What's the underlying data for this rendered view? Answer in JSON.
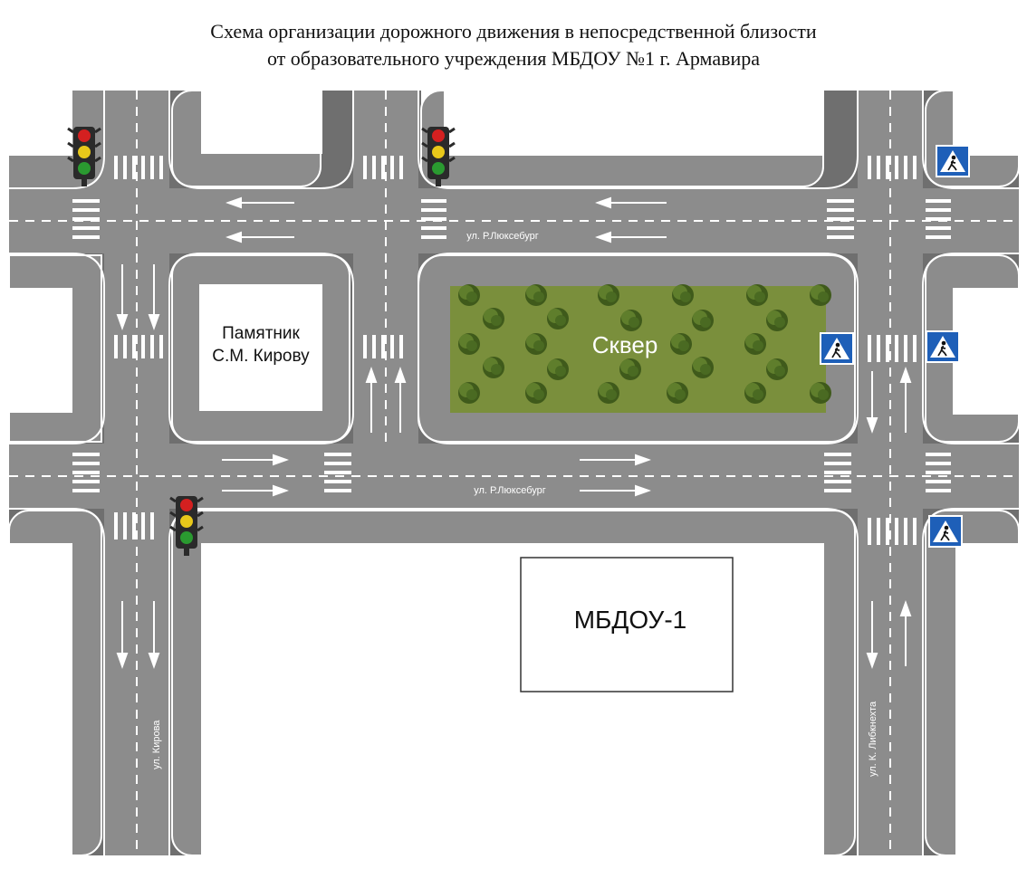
{
  "title": {
    "line1": "Схема организации дорожного движения в непосредственной близости",
    "line2": "от образовательного учреждения МБДОУ №1 г. Армавира"
  },
  "labels": {
    "monument_line1": "Памятник",
    "monument_line2": "С.М. Кирову",
    "park": "Сквер",
    "school": "МБДОУ-1",
    "street_top": "ул. Р.Люксебург",
    "street_bottom": "ул. Р.Люксебург",
    "street_kirova": "ул. Кирова",
    "street_liebknecht": "ул. К. Либкнехта"
  },
  "colors": {
    "road": "#8a8a8a",
    "sidewalk": "#6a6a6a",
    "marking": "#ffffff",
    "park": "#7a8f3c",
    "tree": "#4e6b22",
    "sign_blue": "#1e5fb8"
  },
  "icons": {
    "traffic_light": "traffic-light-icon",
    "pedestrian_sign": "pedestrian-crossing-sign-icon",
    "arrow": "direction-arrow-icon"
  }
}
